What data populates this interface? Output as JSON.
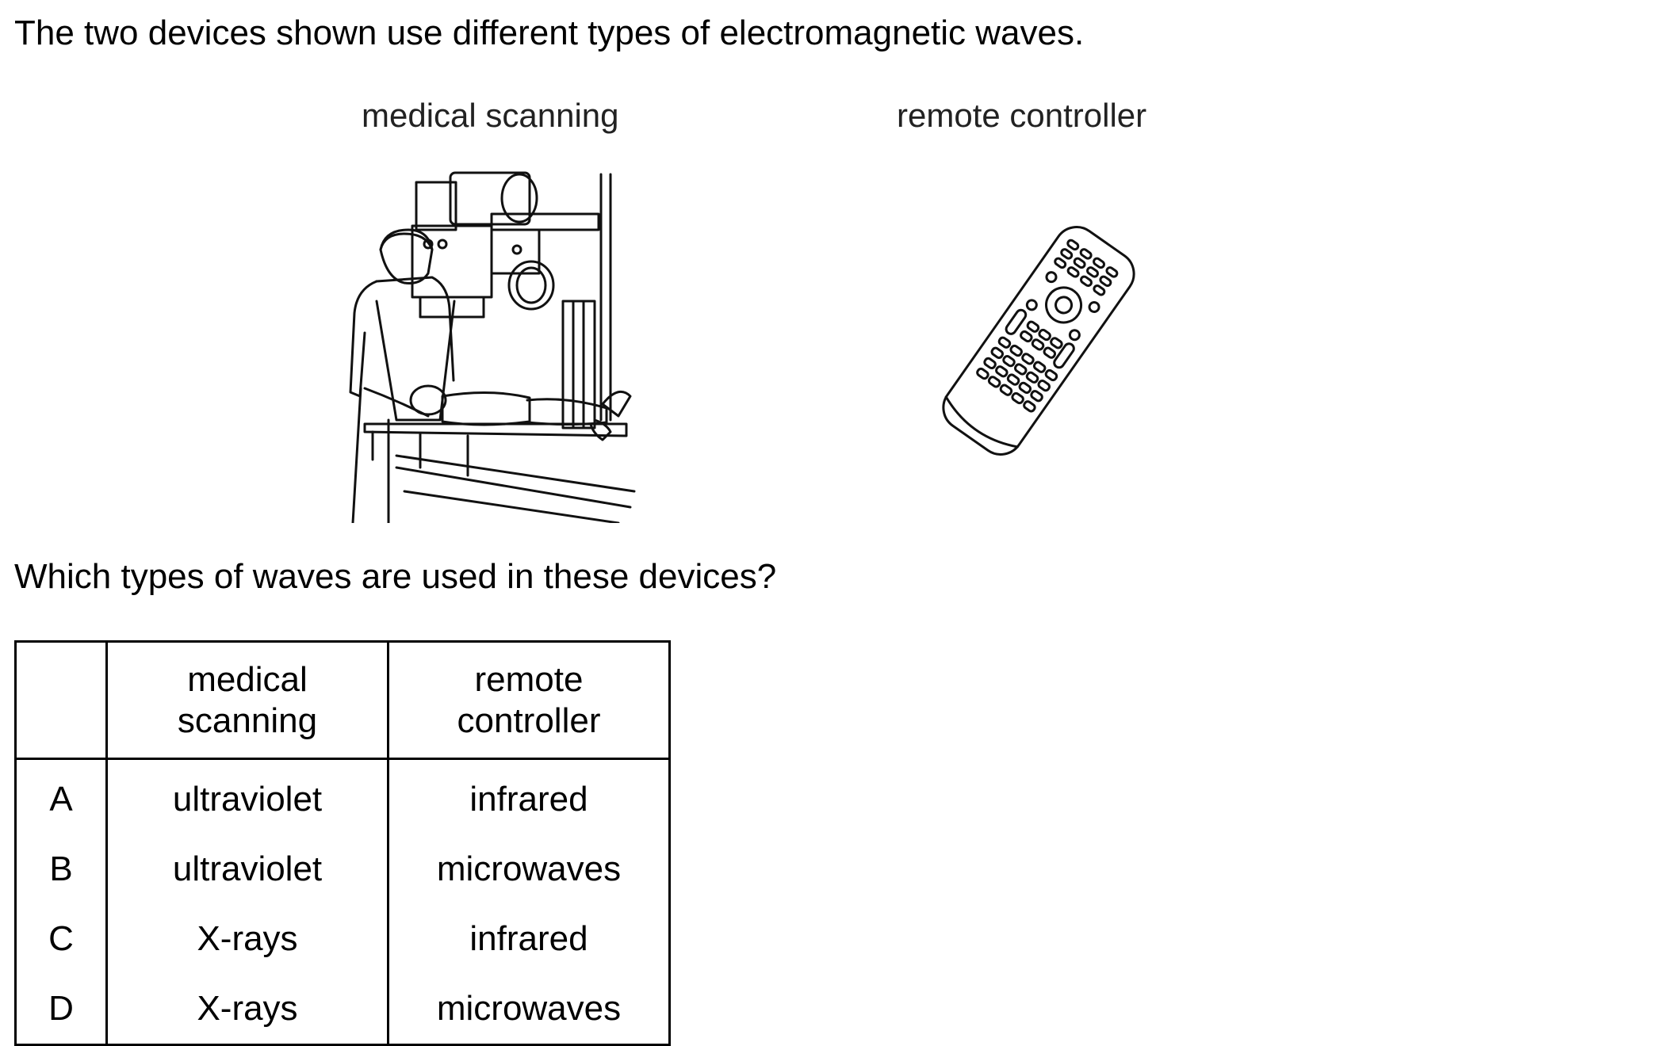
{
  "intro": "The two devices shown use different types of electromagnetic waves.",
  "captions": {
    "medical": "medical scanning",
    "remote": "remote controller"
  },
  "illustrations": {
    "medical": "x-ray-scanner-illustration",
    "remote": "remote-control-illustration"
  },
  "question": "Which types of waves are used in these devices?",
  "table": {
    "headers": [
      "",
      [
        "medical",
        "scanning"
      ],
      [
        "remote",
        "controller"
      ]
    ],
    "rows": [
      {
        "letter": "A",
        "medical": "ultraviolet",
        "remote": "infrared"
      },
      {
        "letter": "B",
        "medical": "ultraviolet",
        "remote": "microwaves"
      },
      {
        "letter": "C",
        "medical": "X-rays",
        "remote": "infrared"
      },
      {
        "letter": "D",
        "medical": "X-rays",
        "remote": "microwaves"
      }
    ]
  }
}
